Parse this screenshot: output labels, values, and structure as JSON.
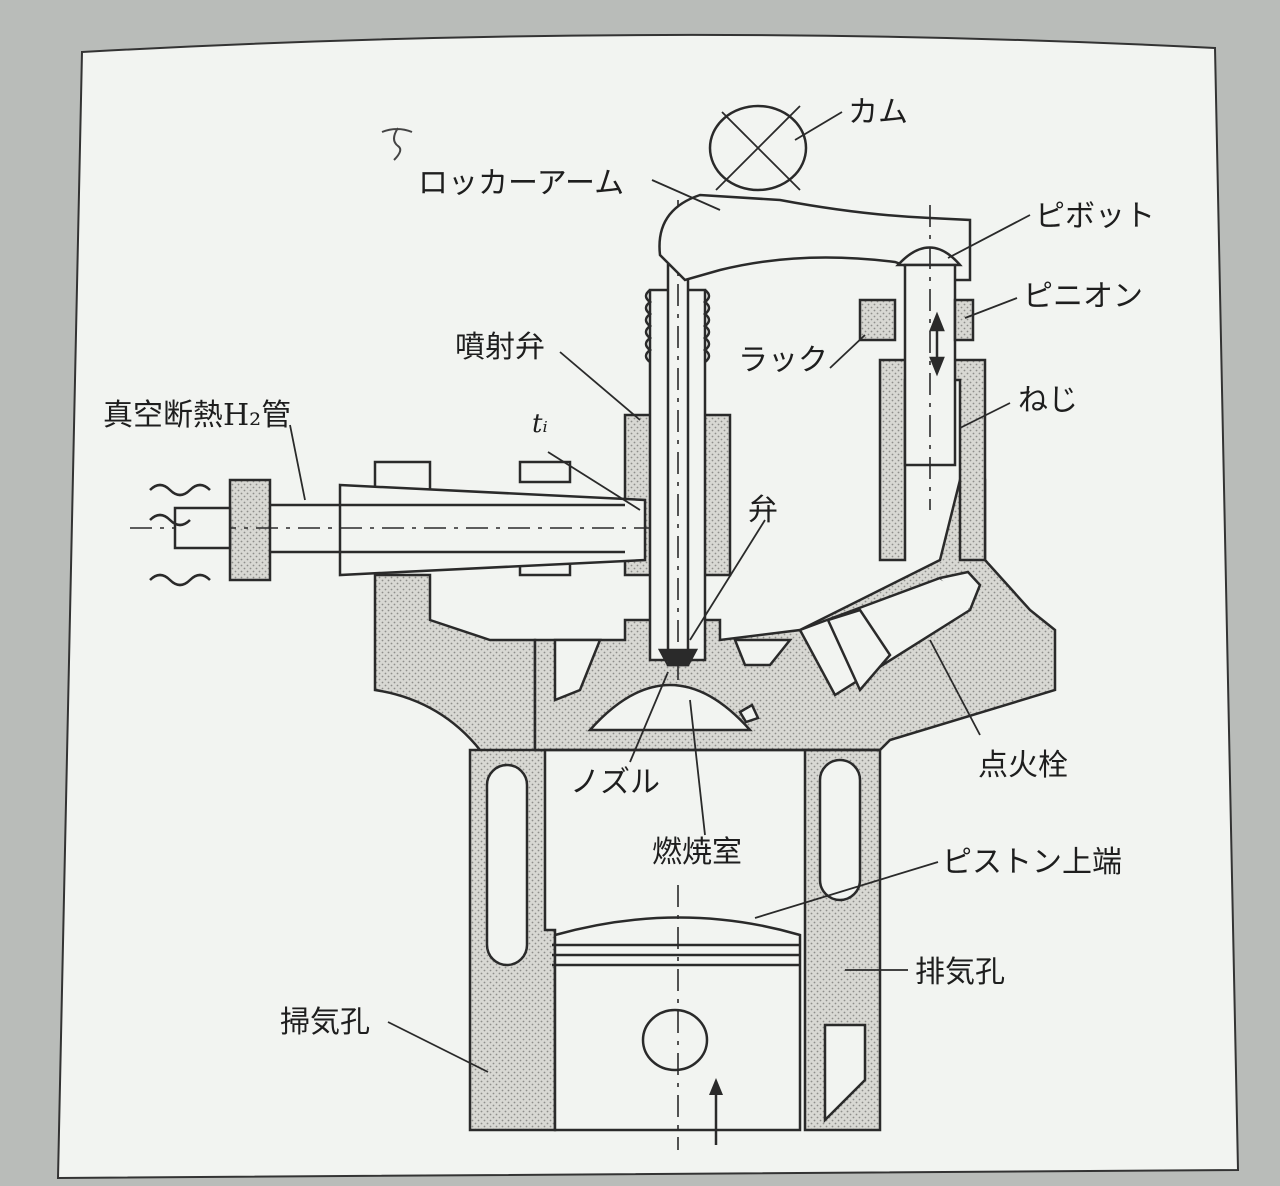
{
  "labels": {
    "cam": "カム",
    "rocker_arm": "ロッカーアーム",
    "pivot": "ピボット",
    "pinion": "ピニオン",
    "rack": "ラック",
    "screw": "ねじ",
    "injection_valve": "噴射弁",
    "vacuum_tube": "真空断熱H₂管",
    "ti": "tᵢ",
    "valve": "弁",
    "nozzle": "ノズル",
    "combustion_chamber": "燃焼室",
    "spark_plug": "点火栓",
    "piston_top": "ピストン上端",
    "exhaust_port": "排気孔",
    "scavenging_port": "掃気孔"
  },
  "colors": {
    "paper": "#f2f4f1",
    "ink": "#2a2a2a",
    "hatch": "#c9c9c4",
    "background": "#b9bcb9"
  }
}
